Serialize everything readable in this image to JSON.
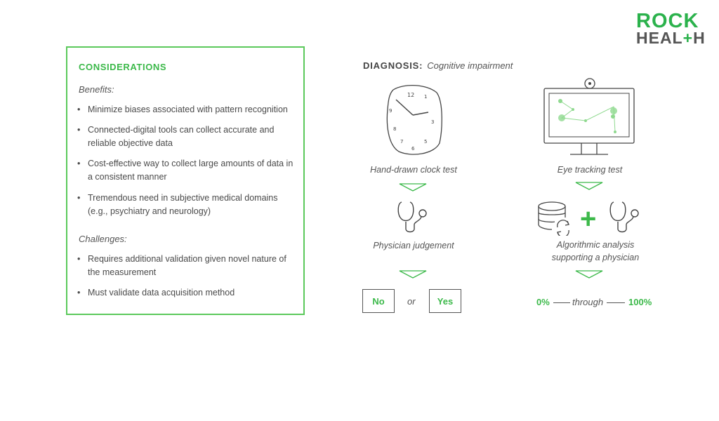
{
  "logo": {
    "line1": "ROCK",
    "line2_a": "HEAL",
    "line2_plus": "+",
    "line2_b": "H"
  },
  "considerations": {
    "title": "CONSIDERATIONS",
    "benefits_label": "Benefits:",
    "benefits": [
      "Minimize biases associated with pattern recognition",
      "Connected-digital tools can collect accurate and reliable objective data",
      "Cost-effective way to collect large amounts of data in a consistent manner",
      "Tremendous need in subjective medical domains (e.g., psychiatry and neurology)"
    ],
    "challenges_label": "Challenges:",
    "challenges": [
      "Requires additional validation given novel nature of the measurement",
      "Must validate data acquisition method"
    ]
  },
  "diagnosis": {
    "label": "DIAGNOSIS:",
    "value": "Cognitive impairment"
  },
  "left_flow": {
    "test": "Hand-drawn clock test",
    "judgement": "Physician judgement",
    "no": "No",
    "or": "or",
    "yes": "Yes",
    "icons": [
      "clock-drawing-icon",
      "stethoscope-icon"
    ]
  },
  "right_flow": {
    "test": "Eye tracking test",
    "analysis_line1": "Algorithmic analysis",
    "analysis_line2": "supporting a physician",
    "plus": "+",
    "low": "0%",
    "through": "through",
    "high": "100%",
    "icons": [
      "eye-tracking-monitor-icon",
      "database-sync-icon",
      "stethoscope-icon"
    ]
  },
  "colors": {
    "green": "#3cb94a",
    "text": "#4a4a4a",
    "border": "#5bc95b"
  }
}
